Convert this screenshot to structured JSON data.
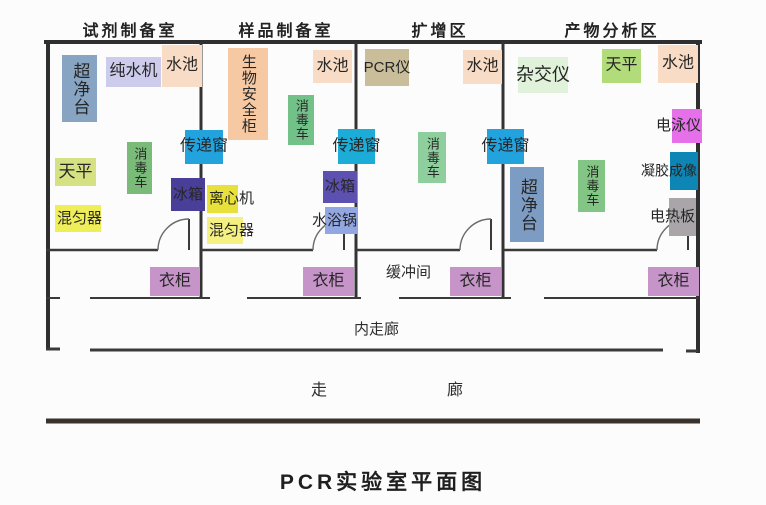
{
  "title": "PCR实验室平面图",
  "rooms": [
    {
      "name": "试剂制备室",
      "items": [
        {
          "label": "超净台",
          "color": "#87a5c3"
        },
        {
          "label": "纯水机",
          "color": "#cdccec"
        },
        {
          "label": "水池",
          "color": "#f8dcc6"
        },
        {
          "label": "消毒车",
          "color": "#7bbb79"
        },
        {
          "label": "天平",
          "color": "#d6e183"
        },
        {
          "label": "冰箱",
          "color": "#4a3f98"
        },
        {
          "label": "混匀器",
          "color": "#f0ee58"
        }
      ]
    },
    {
      "name": "样品制备室",
      "items": [
        {
          "label": "生物安全柜",
          "color": "#f6c9a2"
        },
        {
          "label": "水池",
          "color": "#f8dcc6"
        },
        {
          "label": "消毒车",
          "color": "#72c189"
        },
        {
          "label": "冰箱",
          "color": "#5c50b0"
        },
        {
          "label": "水浴锅",
          "color": "#92a7e2"
        },
        {
          "label": "离心机",
          "color": "#e8e13c"
        },
        {
          "label": "混匀器",
          "color": "#f4f081"
        }
      ]
    },
    {
      "name": "扩增区",
      "items": [
        {
          "label": "PCR仪",
          "color": "#cabd9a"
        },
        {
          "label": "水池",
          "color": "#f8dcc6"
        },
        {
          "label": "消毒车",
          "color": "#8ecf9d"
        }
      ]
    },
    {
      "name": "产物分析区",
      "items": [
        {
          "label": "杂交仪",
          "color": "#e0f2da"
        },
        {
          "label": "天平",
          "color": "#b2dc7a"
        },
        {
          "label": "水池",
          "color": "#f8dcc6"
        },
        {
          "label": "电泳仪",
          "color": "#e570ea"
        },
        {
          "label": "凝胶成像",
          "color": "#0d86b5"
        },
        {
          "label": "电热板",
          "color": "#a9a5a9"
        },
        {
          "label": "超净台",
          "color": "#7d9cc4"
        },
        {
          "label": "消毒车",
          "color": "#83c585"
        }
      ]
    }
  ],
  "pass_windows": [
    {
      "label": "传递窗",
      "color": "#22a3de"
    },
    {
      "label": "传递窗",
      "color": "#1bacd8"
    },
    {
      "label": "传递窗",
      "color": "#22a3de"
    }
  ],
  "wardrobes": [
    {
      "label": "衣柜",
      "color": "#c794c9"
    },
    {
      "label": "衣柜",
      "color": "#c794c9"
    },
    {
      "label": "衣柜",
      "color": "#c794c9"
    },
    {
      "label": "衣柜",
      "color": "#c794c9"
    }
  ],
  "areas": {
    "buffer_room": "缓冲间",
    "inner_corridor": "内走廊",
    "corridor_char_1": "走",
    "corridor_char_2": "廊"
  }
}
